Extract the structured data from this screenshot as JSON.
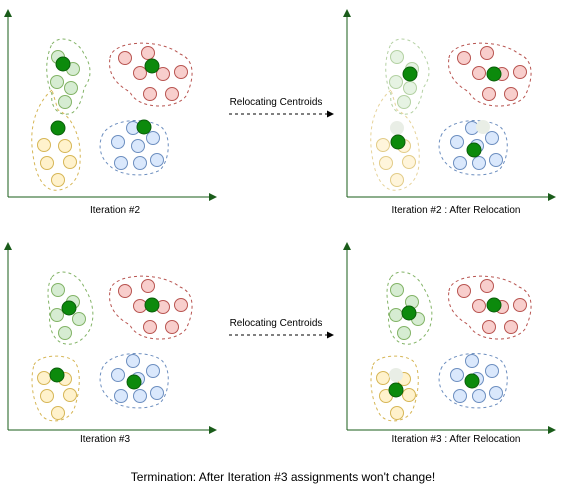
{
  "panels": [
    {
      "caption": "Iteration #2"
    },
    {
      "caption": "Iteration #2 : After Relocation"
    },
    {
      "caption": "Iteration #3"
    },
    {
      "caption": "Iteration #3 : After Relocation"
    }
  ],
  "arrows": [
    {
      "label": "Relocating Centroids"
    },
    {
      "label": "Relocating Centroids"
    }
  ],
  "footer": "Termination: After Iteration #3 assignments won't change!",
  "colors": {
    "axis": "#1a5c1a",
    "centroid": "#0c8a0c",
    "centroid_stroke": "#0a5e0a",
    "green_fill": "#d6ecd2",
    "green_stroke": "#82b366",
    "red_fill": "#f8cecc",
    "red_stroke": "#b85450",
    "yellow_fill": "#fff2cc",
    "yellow_stroke": "#d6b656",
    "blue_fill": "#dae8fc",
    "blue_stroke": "#6c8ebf"
  }
}
